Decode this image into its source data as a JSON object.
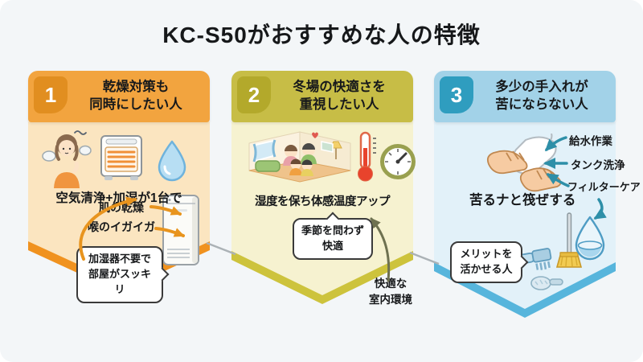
{
  "title": "KC-S50がおすすめな人の特徴",
  "panels": [
    {
      "number": "1",
      "heading": {
        "line1": "乾燥対策も",
        "line2": "同時にしたい人"
      },
      "caption": "空気清浄+加湿が1台で",
      "symptom1": "肌の乾燥",
      "symptom2": "喉のイガイガ",
      "bubble": {
        "line1": "加湿器不要で",
        "line2": "部屋がスッキリ"
      },
      "colors": {
        "header": "#F2A43F",
        "badge": "#E18E20",
        "body": "#FBE5C0",
        "edge": "#F0921F"
      },
      "icons": [
        "dry-skin-woman",
        "fan-heater",
        "water-drop",
        "air-purifier"
      ]
    },
    {
      "number": "2",
      "heading": {
        "line1": "冬場の快適さを",
        "line2": "重視したい人"
      },
      "caption": "湿度を保ち体感温度アップ",
      "bubble": {
        "line1": "季節を問わず",
        "line2": "快適"
      },
      "footnote": {
        "line1": "快適な",
        "line2": "室内環境"
      },
      "colors": {
        "header": "#C7BD46",
        "badge": "#B3A92B",
        "body": "#F6F2D0",
        "edge": "#CDC33C"
      },
      "icons": [
        "family-living-room",
        "thermometer",
        "humidity-gauge"
      ]
    },
    {
      "number": "3",
      "heading": {
        "line1": "多少の手入れが",
        "line2": "苦にならない人"
      },
      "maintenance_labels": [
        "給水作業",
        "タンク洗浄",
        "フィルターケア"
      ],
      "caption": "苦るナと筏ぜする",
      "bubble": {
        "line1": "メリットを",
        "line2": "活かせる人"
      },
      "colors": {
        "header": "#A2D2E8",
        "badge": "#2F9DBF",
        "body": "#E2F1F9",
        "edge": "#57B5DC"
      },
      "icons": [
        "hands-wiping-cloth",
        "scrub-brush",
        "hand-brush",
        "broom",
        "water-drop-tank"
      ]
    }
  ],
  "arrow_colors": {
    "orange": "#E8941E",
    "olive": "#6E7150",
    "teal": "#2E8FA8",
    "connector": "#ABB2B6"
  }
}
